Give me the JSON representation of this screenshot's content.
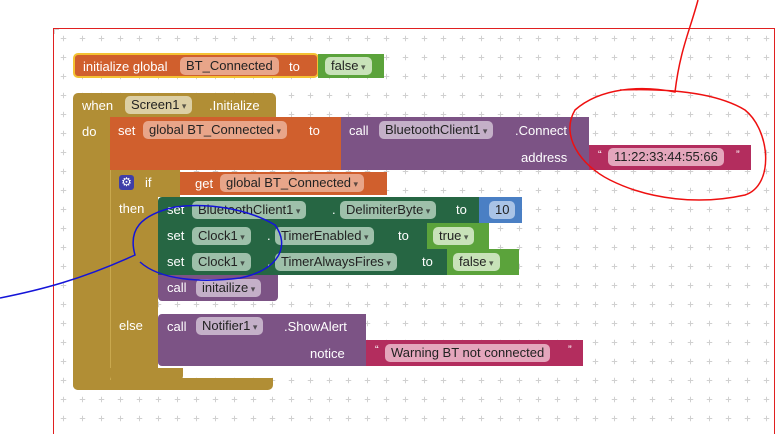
{
  "init_block": {
    "label": "initialize global",
    "var": "BT_Connected",
    "to": "to",
    "value": "false"
  },
  "event_block": {
    "when": "when",
    "component": "Screen1",
    "event": ".Initialize",
    "do": "do"
  },
  "set_global": {
    "set": "set",
    "var": "global BT_Connected",
    "to": "to"
  },
  "connect_call": {
    "call": "call",
    "component": "BluetoothClient1",
    "method": ".Connect",
    "param": "address",
    "value": "11:22:33:44:55:66"
  },
  "if_block": {
    "if": "if",
    "get": "get",
    "var": "global BT_Connected",
    "then": "then",
    "else": "else",
    "gear_icon": "gear-icon"
  },
  "then_rows": [
    {
      "set": "set",
      "component": "BluetoothClient1",
      "dot": ".",
      "prop": "DelimiterByte",
      "to": "to",
      "value": "10"
    },
    {
      "set": "set",
      "component": "Clock1",
      "dot": ".",
      "prop": "TimerEnabled",
      "to": "to",
      "value": "true"
    },
    {
      "set": "set",
      "component": "Clock1",
      "dot": ".",
      "prop": "TimerAlwaysFires",
      "to": "to",
      "value": "false"
    }
  ],
  "call_proc": {
    "call": "call",
    "name": "initailize"
  },
  "alert_call": {
    "call": "call",
    "component": "Notifier1",
    "method": ".ShowAlert",
    "param": "notice",
    "value": "Warning BT not connected"
  },
  "quote_open": "“",
  "quote_close": "”",
  "colors": {
    "variables": "#d05f2d",
    "control": "#b18e35",
    "procedures": "#7c5385",
    "components": "#266643",
    "logic": "#5ba33b",
    "math": "#4a7fc4",
    "text": "#b32d5e"
  }
}
